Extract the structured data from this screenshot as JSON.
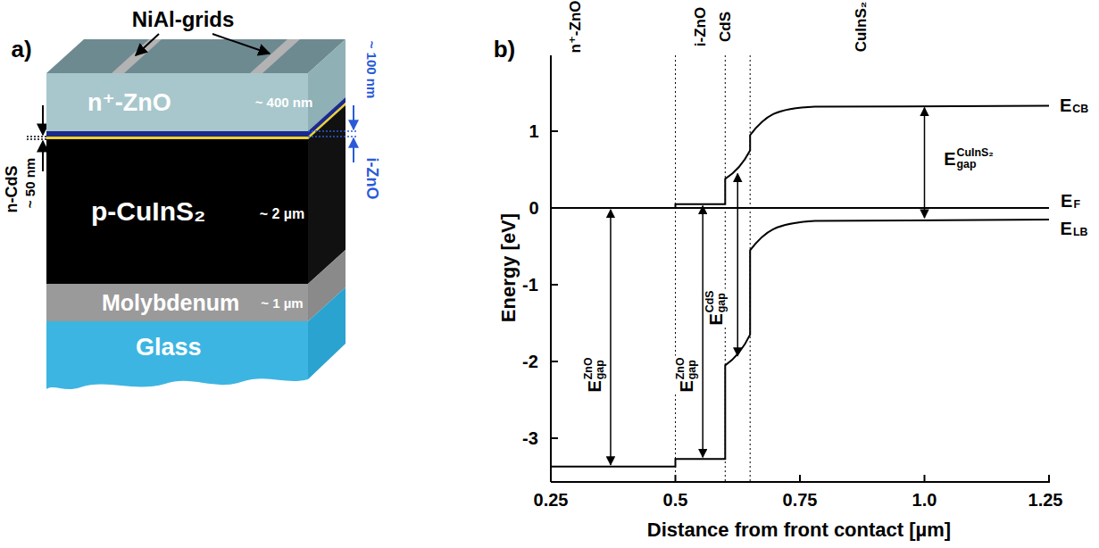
{
  "diagram": {
    "nodes": [
      {
        "text": [
          "n⁺-ZnO"
        ]
      },
      {
        "text": [
          "p-CuInS₂"
        ]
      },
      {
        "text": [
          "Molybdenum"
        ]
      },
      {
        "text": [
          "Glass"
        ]
      }
    ],
    "labels": [
      "a)",
      "b)",
      "NiAl-grids",
      "~ 400 nm",
      "n-CdS",
      "~ 50 nm",
      "i-ZnO",
      "~ 100 nm",
      "~ 2 µm",
      "~ 1 µm",
      "n⁺-ZnO",
      "i-ZnO",
      "CdS",
      "CuInS₂",
      "Energy [eV]",
      "1",
      "0",
      "-1",
      "-2",
      "-3",
      "0.25",
      "0.5",
      "0.75",
      "1.0",
      "1.25",
      "Distance from front contact [µm]",
      "E",
      "CB",
      "E",
      "F",
      "E",
      "LB",
      "E",
      "gap",
      "ZnO",
      "E",
      "gap",
      "ZnO",
      "E",
      "gap",
      "CdS",
      "E",
      "gap",
      "CuInS₂"
    ]
  }
}
